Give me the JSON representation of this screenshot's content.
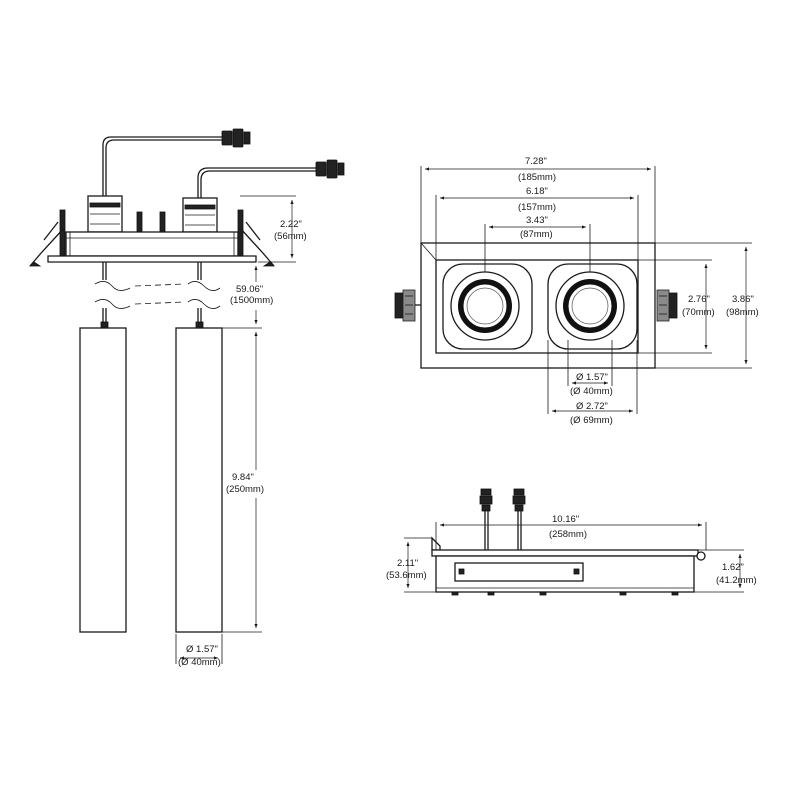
{
  "dimensions": {
    "trim_height": [
      "2.22\"",
      "(56mm)"
    ],
    "cable_length": [
      "59.06\"",
      "(1500mm)"
    ],
    "pendant_length": [
      "9.84\"",
      "(250mm)"
    ],
    "pendant_diameter": [
      "Ø 1.57\"",
      "(Ø 40mm)"
    ],
    "overall_width": [
      "7.28\"",
      "(185mm)"
    ],
    "opening_width": [
      "6.18\"",
      "(157mm)"
    ],
    "center_spacing": [
      "3.43\"",
      "(87mm)"
    ],
    "opening_height": [
      "2.76\"",
      "(70mm)"
    ],
    "overall_height": [
      "3.86\"",
      "(98mm)"
    ],
    "aperture_diameter": [
      "Ø 1.57\"",
      "(Ø 40mm)"
    ],
    "bezel_diameter": [
      "Ø 2.72\"",
      "(Ø 69mm)"
    ],
    "housing_length": [
      "10.16\"",
      "(258mm)"
    ],
    "housing_total_height": [
      "2.11\"",
      "(53.6mm)"
    ],
    "housing_body_height": [
      "1.62\"",
      "(41.2mm)"
    ]
  }
}
